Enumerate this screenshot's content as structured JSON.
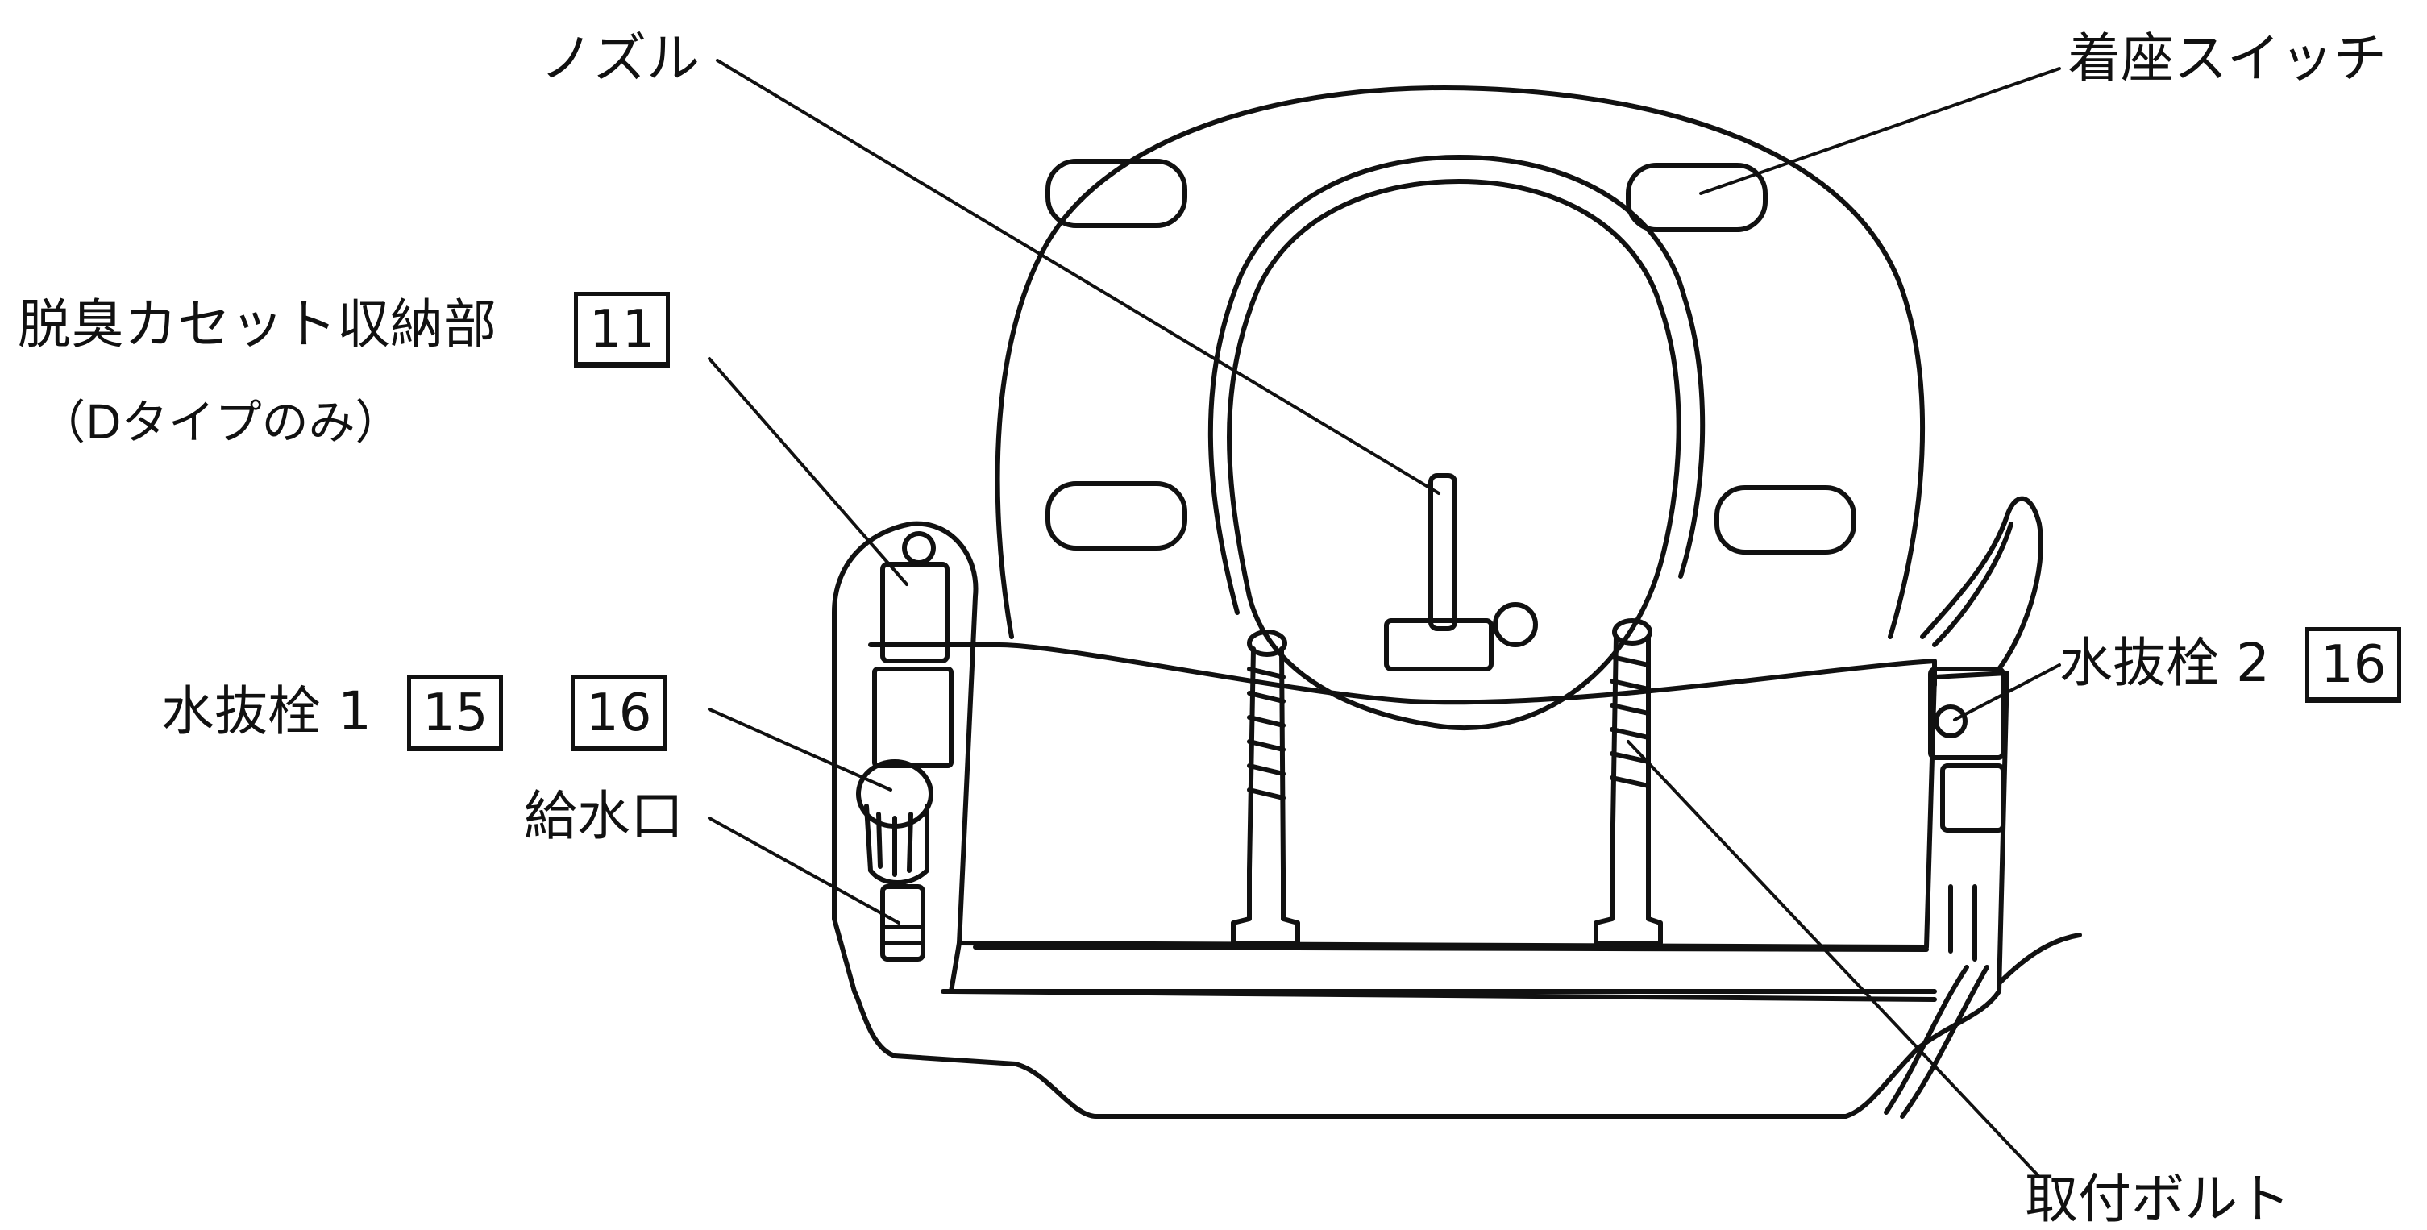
{
  "labels": {
    "nozzle": "ノズル",
    "seat_switch": "着座スイッチ",
    "deodorizer": "脱臭カセット収納部",
    "deodorizer_note": "（Dタイプのみ）",
    "drain_plug_1": "水抜栓 1",
    "drain_plug_2": "水抜栓 2",
    "water_inlet": "給水口",
    "mount_bolt": "取付ボルト"
  },
  "page_refs": {
    "deodorizer": "11",
    "drain_plug_1_a": "15",
    "drain_plug_1_b": "16",
    "drain_plug_2": "16"
  },
  "colors": {
    "line": "#111111",
    "background": "#ffffff"
  }
}
